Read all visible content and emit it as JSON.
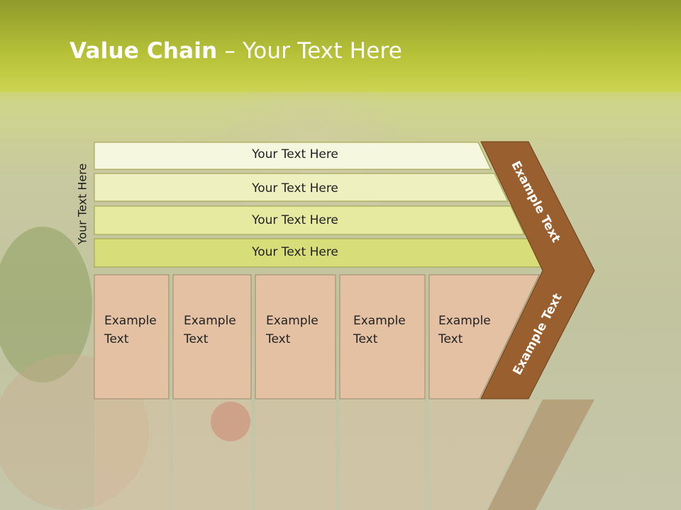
{
  "title": {
    "bold": "Value Chain",
    "rest": " – Your Text Here"
  },
  "side_label": "Your Text Here",
  "rows": [
    "Your Text Here",
    "Your Text Here",
    "Your Text Here",
    "Your Text Here"
  ],
  "cells": [
    {
      "line1": "Example",
      "line2": "Text"
    },
    {
      "line1": "Example",
      "line2": "Text"
    },
    {
      "line1": "Example",
      "line2": "Text"
    },
    {
      "line1": "Example",
      "line2": "Text"
    },
    {
      "line1": "Example",
      "line2": "Text"
    }
  ],
  "chevron": {
    "upper": "Example Text",
    "lower": "Example Text"
  },
  "colors": {
    "title_band": "#b7c238",
    "row_fills": [
      "#f6f7df",
      "#eef0c0",
      "#e6e9a0",
      "#d7dd78"
    ],
    "cell_fill": "#e3c1a2",
    "chevron_fill": "#9a5f2e"
  }
}
